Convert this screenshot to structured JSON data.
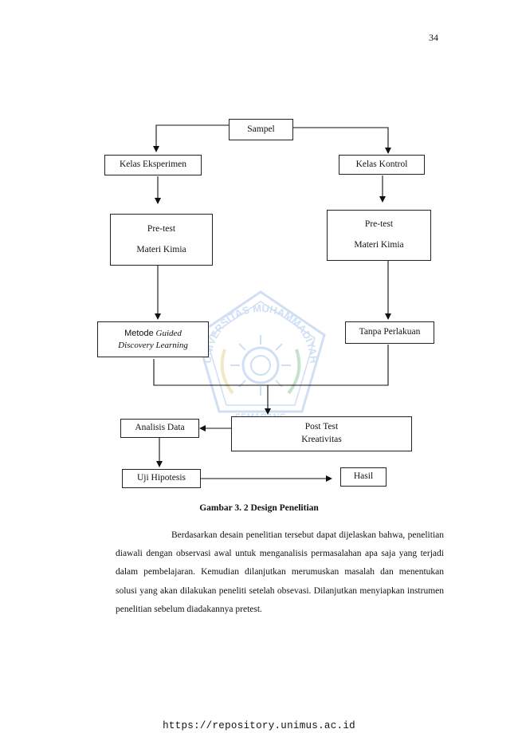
{
  "page": {
    "number": "34"
  },
  "diagram": {
    "sample": "Sampel",
    "exp_class": "Kelas Eksperimen",
    "ctrl_class": "Kelas Kontrol",
    "exp_pretest_line1": "Pre-test",
    "exp_pretest_line2": "Materi Kimia",
    "ctrl_pretest_line1": "Pre-test",
    "ctrl_pretest_line2": "Materi Kimia",
    "method_prefix": "Metode",
    "method_italic_1": "Guided",
    "method_italic_2": "Discovery Learning",
    "no_treatment": "Tanpa Perlakuan",
    "posttest_line1": "Post Test",
    "posttest_line2": "Kreativitas",
    "data_analysis": "Analisis Data",
    "hypothesis_test": "Uji Hipotesis",
    "result": "Hasil"
  },
  "caption": "Gambar 3. 2 Design Penelitian",
  "paragraph": "Berdasarkan desain penelitian tersebut dapat dijelaskan bahwa, penelitian diawali dengan observasi awal untuk menganalisis permasalahan apa saja yang terjadi dalam pembelajaran. Kemudian dilanjutkan merumuskan masalah dan menentukan solusi yang akan dilakukan peneliti setelah obsevasi. Dilanjutkan  menyiapkan instrumen penelitian sebelum diadakannya pretest.",
  "watermark": {
    "text_top": "UNIVERSITAS MUHAMMADIYAH",
    "text_bottom": "SEMARANG",
    "color": "#5b8fd6"
  },
  "footer": {
    "url": "https://repository.unimus.ac.id"
  }
}
